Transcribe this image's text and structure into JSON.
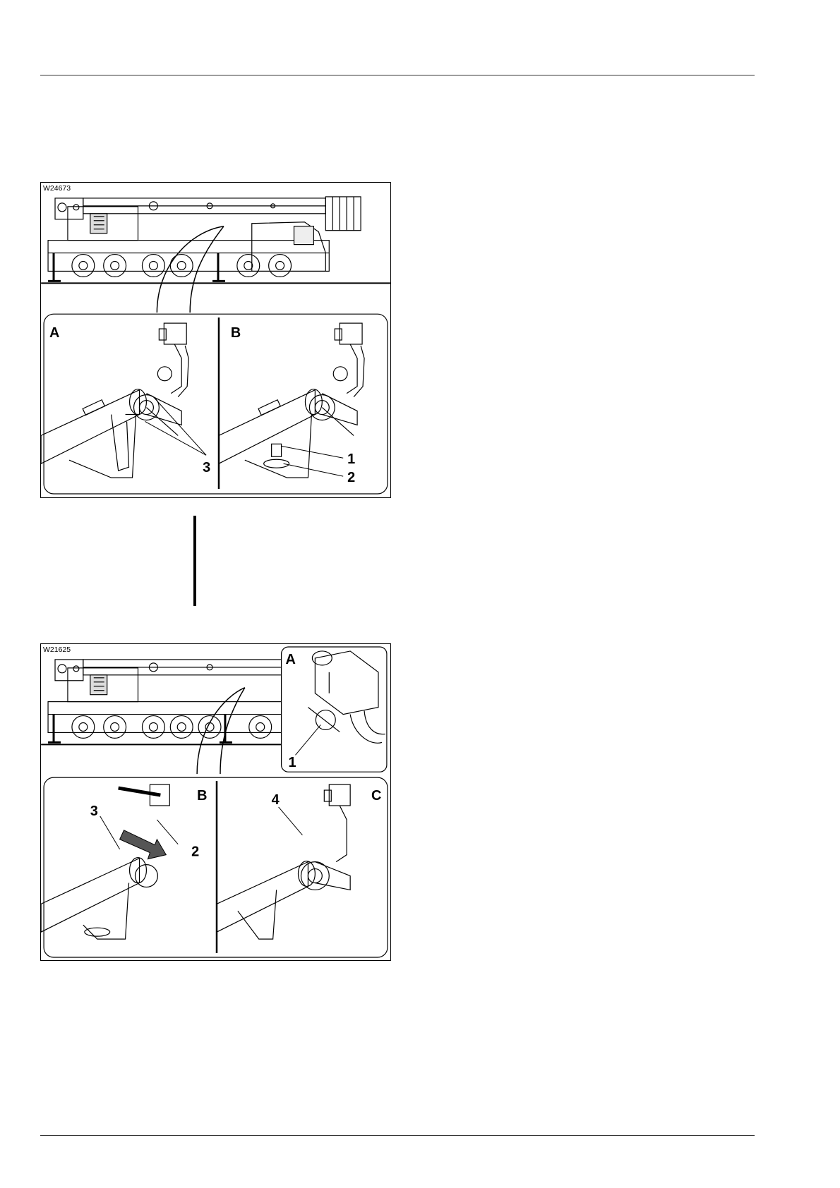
{
  "figure_1": {
    "id": "W24673",
    "panels": {
      "a": "A",
      "b": "B"
    },
    "callouts": {
      "c1": "1",
      "c2": "2",
      "c3": "3"
    }
  },
  "figure_2": {
    "id": "W21625",
    "panels": {
      "a": "A",
      "b": "B",
      "c": "C"
    },
    "callouts": {
      "c1": "1",
      "c2": "2",
      "c3": "3",
      "c4": "4"
    }
  }
}
